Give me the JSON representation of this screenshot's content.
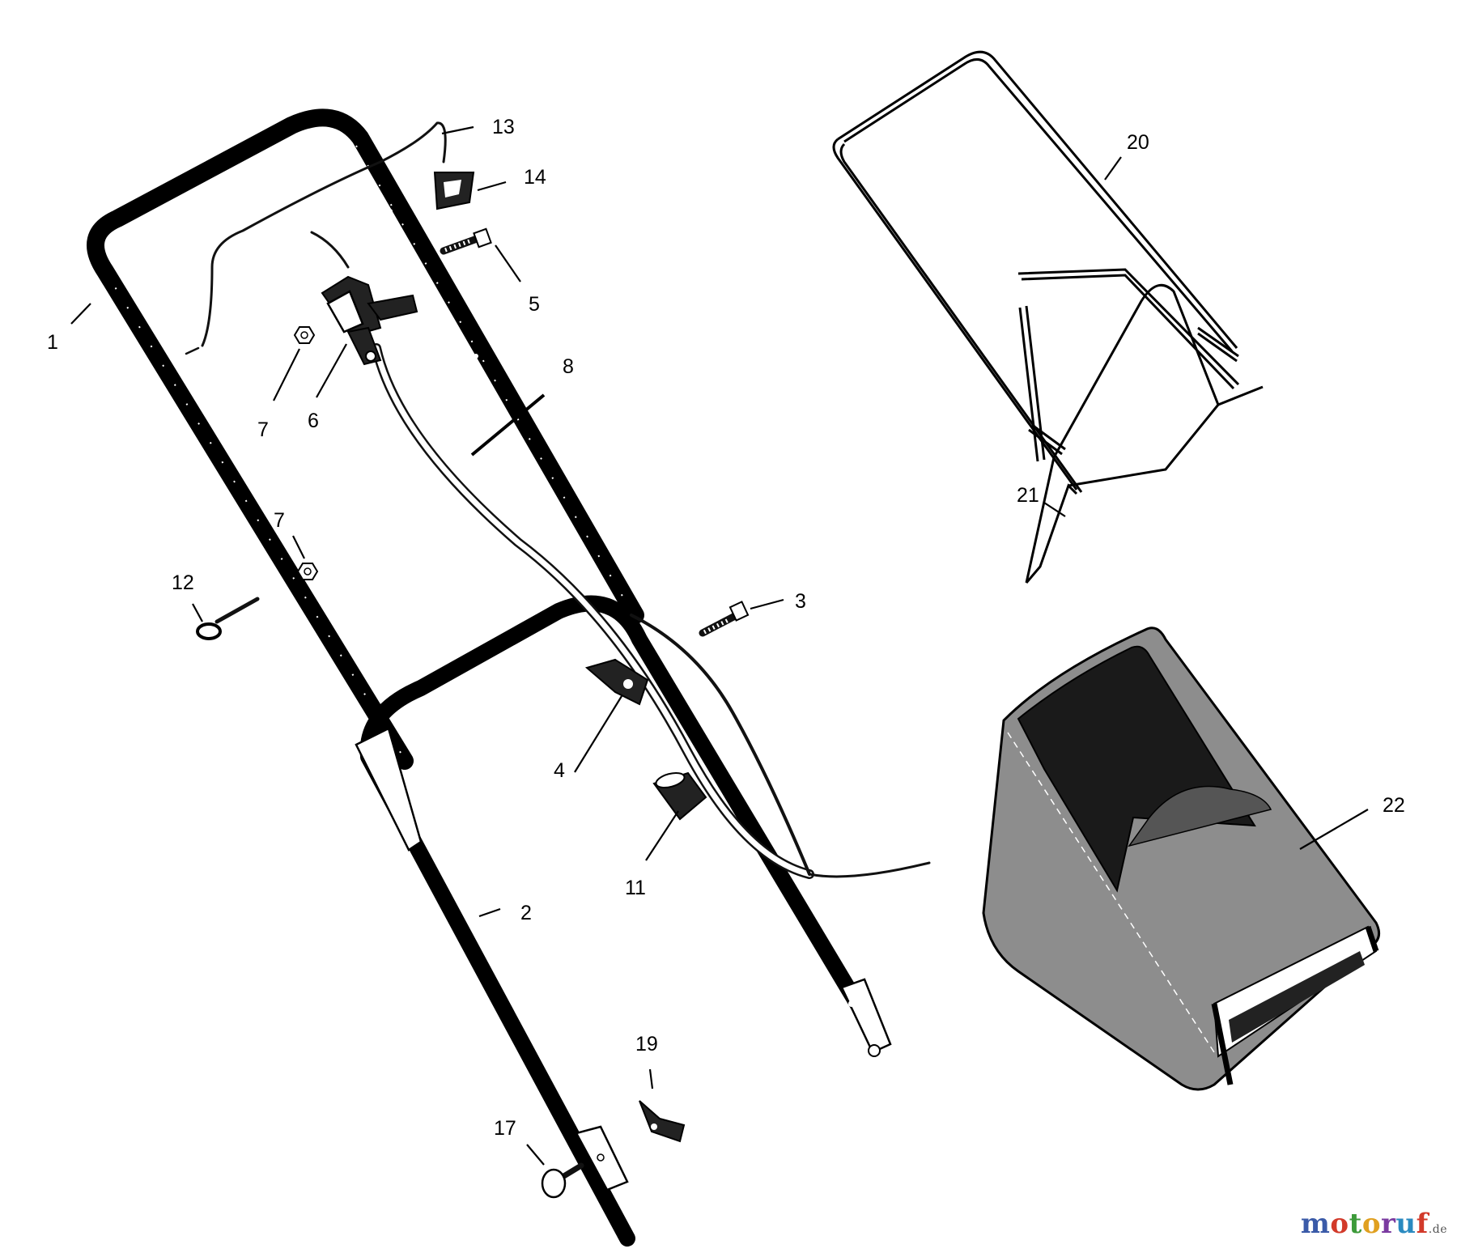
{
  "callouts": {
    "c1": "1",
    "c2": "2",
    "c3": "3",
    "c4": "4",
    "c5": "5",
    "c6": "6",
    "c7a": "7",
    "c7b": "7",
    "c8": "8",
    "c11": "11",
    "c12": "12",
    "c13": "13",
    "c14": "14",
    "c17": "17",
    "c19": "19",
    "c20": "20",
    "c21": "21",
    "c22": "22"
  },
  "watermark": {
    "letters": [
      "m",
      "o",
      "t",
      "o",
      "r",
      "u",
      "f"
    ],
    "colors": [
      "#3a5aa8",
      "#d23a2a",
      "#3d9a3a",
      "#e0a020",
      "#7a3aa0",
      "#2a8ac0",
      "#d23a2a"
    ],
    "suffix": ".de"
  }
}
